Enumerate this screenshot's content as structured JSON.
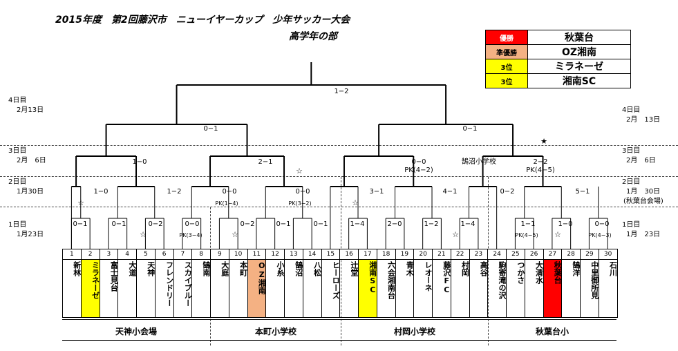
{
  "title": "2015年度　第2回藤沢市　ニューイヤーカップ　少年サッカー大会",
  "subtitle": "高学年の部",
  "results": [
    {
      "place": "優勝",
      "team": "秋葉台",
      "color": "#ff0000"
    },
    {
      "place": "準優勝",
      "team": "OZ湘南",
      "color": "#f4b183"
    },
    {
      "place": "3位",
      "team": "ミラネーゼ",
      "color": "#ffff00"
    },
    {
      "place": "3位",
      "team": "湘南SC",
      "color": "#ffff00"
    }
  ],
  "days_left": [
    {
      "day": "4日目",
      "date": "2月13日"
    },
    {
      "day": "3日目",
      "date": "2月　6日"
    },
    {
      "day": "2日目",
      "date": "1月30日"
    },
    {
      "day": "1日目",
      "date": "1月23日"
    }
  ],
  "days_right": [
    {
      "day": "4日目",
      "date": "2月　13日"
    },
    {
      "day": "3日目",
      "date": "2月　6日"
    },
    {
      "day": "2日目",
      "date": "1月　30日",
      "note": "(秋葉台会場)"
    },
    {
      "day": "1日目",
      "date": "1月　23日"
    }
  ],
  "final_score": "1−2",
  "semi_scores": [
    "0−1",
    "0−1"
  ],
  "qf_scores": [
    {
      "score": "1−0"
    },
    {
      "score": "2−1"
    },
    {
      "score": "0−0",
      "pk": "PK(4−2)"
    },
    {
      "score": "2−2",
      "pk": "PK(4−5)"
    }
  ],
  "venue_3rd": "鵠沼小学校",
  "r16_scores": [
    {
      "score": "1−0"
    },
    {
      "score": "1−2"
    },
    {
      "score": "0−0",
      "pk": "PK(1−4)"
    },
    {
      "score": "0−0",
      "pk": "PK(3−2)"
    },
    {
      "score": "3−1"
    },
    {
      "score": "4−1"
    },
    {
      "score": "0−2"
    },
    {
      "score": "5−1"
    }
  ],
  "r32_scores": [
    {
      "score": "0−1"
    },
    {
      "score": "0−1"
    },
    {
      "score": "0−2"
    },
    {
      "score": "0−0",
      "pk": "PK(3−4)"
    },
    {
      "score": "0−2"
    },
    {
      "score": "0−1"
    },
    {
      "score": "0−1"
    },
    {
      "score": "1−4"
    },
    {
      "score": "2−0"
    },
    {
      "score": "1−2"
    },
    {
      "score": "1−4"
    },
    {
      "score": "1−1",
      "pk": "PK(4−5)"
    },
    {
      "score": "1−0"
    },
    {
      "score": "0−0",
      "pk": "PK(4−3)"
    }
  ],
  "teams": [
    {
      "no": "1",
      "name": "新林"
    },
    {
      "no": "2",
      "name": "ミラネーゼ",
      "color": "#ffff00"
    },
    {
      "no": "3",
      "name": "富士見台"
    },
    {
      "no": "4",
      "name": "大道"
    },
    {
      "no": "5",
      "name": "天神"
    },
    {
      "no": "6",
      "name": "フレンドリー"
    },
    {
      "no": "7",
      "name": "スカイブルー"
    },
    {
      "no": "8",
      "name": "鵠南"
    },
    {
      "no": "9",
      "name": "大庭"
    },
    {
      "no": "10",
      "name": "本町"
    },
    {
      "no": "11",
      "name": "OZ湘南",
      "color": "#f4b183"
    },
    {
      "no": "12",
      "name": "小糸"
    },
    {
      "no": "13",
      "name": "鵠沼"
    },
    {
      "no": "14",
      "name": "八松"
    },
    {
      "no": "15",
      "name": "ヒーローズ"
    },
    {
      "no": "16",
      "name": "辻堂"
    },
    {
      "no": "17",
      "name": "湘南SC",
      "color": "#ffff00"
    },
    {
      "no": "18",
      "name": "六会湘南台"
    },
    {
      "no": "19",
      "name": "青木"
    },
    {
      "no": "20",
      "name": "レオーネ"
    },
    {
      "no": "21",
      "name": "藤沢FC"
    },
    {
      "no": "22",
      "name": "村岡"
    },
    {
      "no": "23",
      "name": "高谷"
    },
    {
      "no": "24",
      "name": "駒寄滝の沢"
    },
    {
      "no": "25",
      "name": "つかさ"
    },
    {
      "no": "26",
      "name": "大清水"
    },
    {
      "no": "27",
      "name": "秋葉台",
      "color": "#ff0000"
    },
    {
      "no": "28",
      "name": "鵠洋"
    },
    {
      "no": "29",
      "name": "中里御所見"
    },
    {
      "no": "30",
      "name": "石川"
    }
  ],
  "venues": [
    "天神小会場",
    "本町小学校",
    "村岡小学校",
    "秋葉台小"
  ],
  "star": "☆",
  "star_filled": "★",
  "line_color": "#000000"
}
